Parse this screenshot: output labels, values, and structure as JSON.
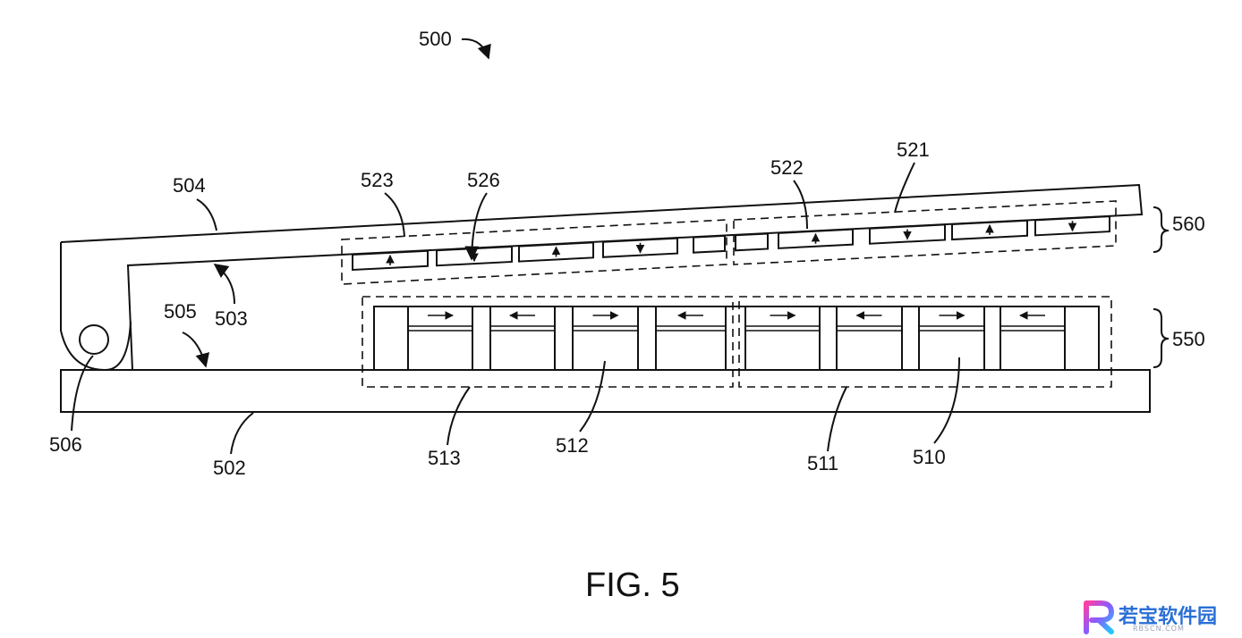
{
  "figure": {
    "caption": "FIG. 5",
    "labels": {
      "l500": "500",
      "l502": "502",
      "l503": "503",
      "l504": "504",
      "l505": "505",
      "l506": "506",
      "l510": "510",
      "l511": "511",
      "l512": "512",
      "l513": "513",
      "l521": "521",
      "l522": "522",
      "l523": "523",
      "l526": "526",
      "l550": "550",
      "l560": "560"
    }
  },
  "magnets_lower": [
    "right",
    "left",
    "right",
    "left",
    "right",
    "left",
    "right",
    "left"
  ],
  "magnets_upper": [
    "up",
    "down",
    "up",
    "down",
    "",
    "",
    "up",
    "down",
    "up",
    "down"
  ],
  "watermark": {
    "text": "若宝软件园",
    "sub": "RBSCN.COM",
    "logo": "r-logo-icon"
  }
}
